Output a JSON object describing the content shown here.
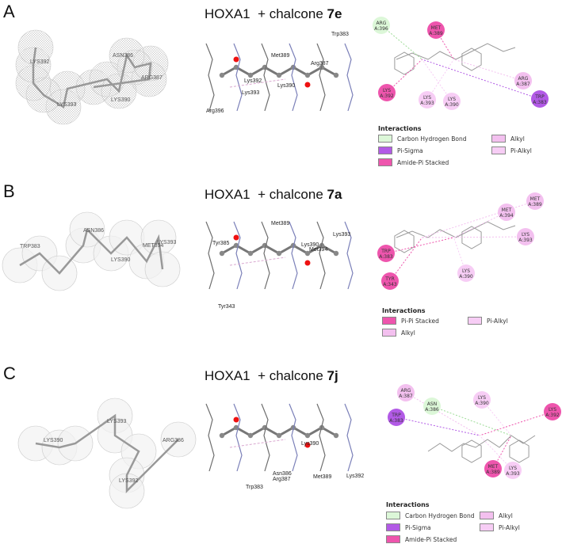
{
  "panels": [
    {
      "letter": "A",
      "title_prefix": "HOXA1  + chalcone ",
      "compound": "7e",
      "surface_labels": [
        "LYS392",
        "ASN386",
        "ARG387",
        "LYS393",
        "LYS390"
      ],
      "stick_labels": [
        "Trp383",
        "Met389",
        "Arg387",
        "Lys392",
        "Lys390",
        "Lys393",
        "Arg396"
      ],
      "residues": [
        {
          "name": "ARG",
          "id": "A:396",
          "type": "Carbon Hydrogen Bond"
        },
        {
          "name": "MET",
          "id": "A:389",
          "type": "Amide-Pi Stacked"
        },
        {
          "name": "LYS",
          "id": "A:392",
          "type": "Amide-Pi Stacked"
        },
        {
          "name": "LYS",
          "id": "A:393",
          "type": "Pi-Alkyl"
        },
        {
          "name": "LYS",
          "id": "A:390",
          "type": "Pi-Alkyl"
        },
        {
          "name": "ARG",
          "id": "A:387",
          "type": "Alkyl"
        },
        {
          "name": "TRP",
          "id": "A:383",
          "type": "Pi-Sigma"
        }
      ],
      "legend_title": "Interactions",
      "legend": [
        {
          "label": "Carbon Hydrogen Bond",
          "color": "#dcf7d8"
        },
        {
          "label": "Pi-Sigma",
          "color": "#b25ae6"
        },
        {
          "label": "Amide-Pi Stacked",
          "color": "#ee55ad"
        },
        {
          "label": "Alkyl",
          "color": "#f3c0ef"
        },
        {
          "label": "Pi-Alkyl",
          "color": "#f7cdf5"
        }
      ]
    },
    {
      "letter": "B",
      "title_prefix": "HOXA1  + chalcone ",
      "compound": "7a",
      "surface_labels": [
        "TRP383",
        "ASN386",
        "MET394",
        "LYS393",
        "LYS390"
      ],
      "stick_labels": [
        "Met389",
        "Lys393",
        "Tyr385",
        "Lys390",
        "Met394",
        "Tyr343"
      ],
      "residues": [
        {
          "name": "MET",
          "id": "A:389",
          "type": "Alkyl"
        },
        {
          "name": "MET",
          "id": "A:394",
          "type": "Alkyl"
        },
        {
          "name": "LYS",
          "id": "A:393",
          "type": "Alkyl"
        },
        {
          "name": "TRP",
          "id": "A:383",
          "type": "Pi-Pi Stacked"
        },
        {
          "name": "TYR",
          "id": "A:343",
          "type": "Pi-Pi Stacked"
        },
        {
          "name": "LYS",
          "id": "A:390",
          "type": "Pi-Alkyl"
        }
      ],
      "legend_title": "Interactions",
      "legend": [
        {
          "label": "Pi-Pi Stacked",
          "color": "#ee55ad"
        },
        {
          "label": "Alkyl",
          "color": "#f3c0ef"
        },
        {
          "label": "Pi-Alkyl",
          "color": "#f7cdf5"
        }
      ]
    },
    {
      "letter": "C",
      "title_prefix": "HOXA1  + chalcone ",
      "compound": "7j",
      "surface_labels": [
        "LYS390",
        "LYS393",
        "ARG386",
        "LYS392"
      ],
      "stick_labels": [
        "Lys390",
        "Asn386",
        "Arg387",
        "Trp383",
        "Met389",
        "Lys392"
      ],
      "residues": [
        {
          "name": "ARG",
          "id": "A:387",
          "type": "Alkyl"
        },
        {
          "name": "ASN",
          "id": "A:386",
          "type": "Carbon Hydrogen Bond"
        },
        {
          "name": "TRP",
          "id": "A:383",
          "type": "Pi-Sigma"
        },
        {
          "name": "LYS",
          "id": "A:390",
          "type": "Pi-Alkyl"
        },
        {
          "name": "LYS",
          "id": "A:392",
          "type": "Amide-Pi Stacked"
        },
        {
          "name": "MET",
          "id": "A:389",
          "type": "Amide-Pi Stacked"
        },
        {
          "name": "LYS",
          "id": "A:393",
          "type": "Pi-Alkyl"
        }
      ],
      "legend_title": "Interactions",
      "legend": [
        {
          "label": "Carbon Hydrogen Bond",
          "color": "#dcf7d8"
        },
        {
          "label": "Pi-Sigma",
          "color": "#b25ae6"
        },
        {
          "label": "Amide-Pi Stacked",
          "color": "#ee55ad"
        },
        {
          "label": "Alkyl",
          "color": "#f3c0ef"
        },
        {
          "label": "Pi-Alkyl",
          "color": "#f7cdf5"
        }
      ]
    }
  ]
}
